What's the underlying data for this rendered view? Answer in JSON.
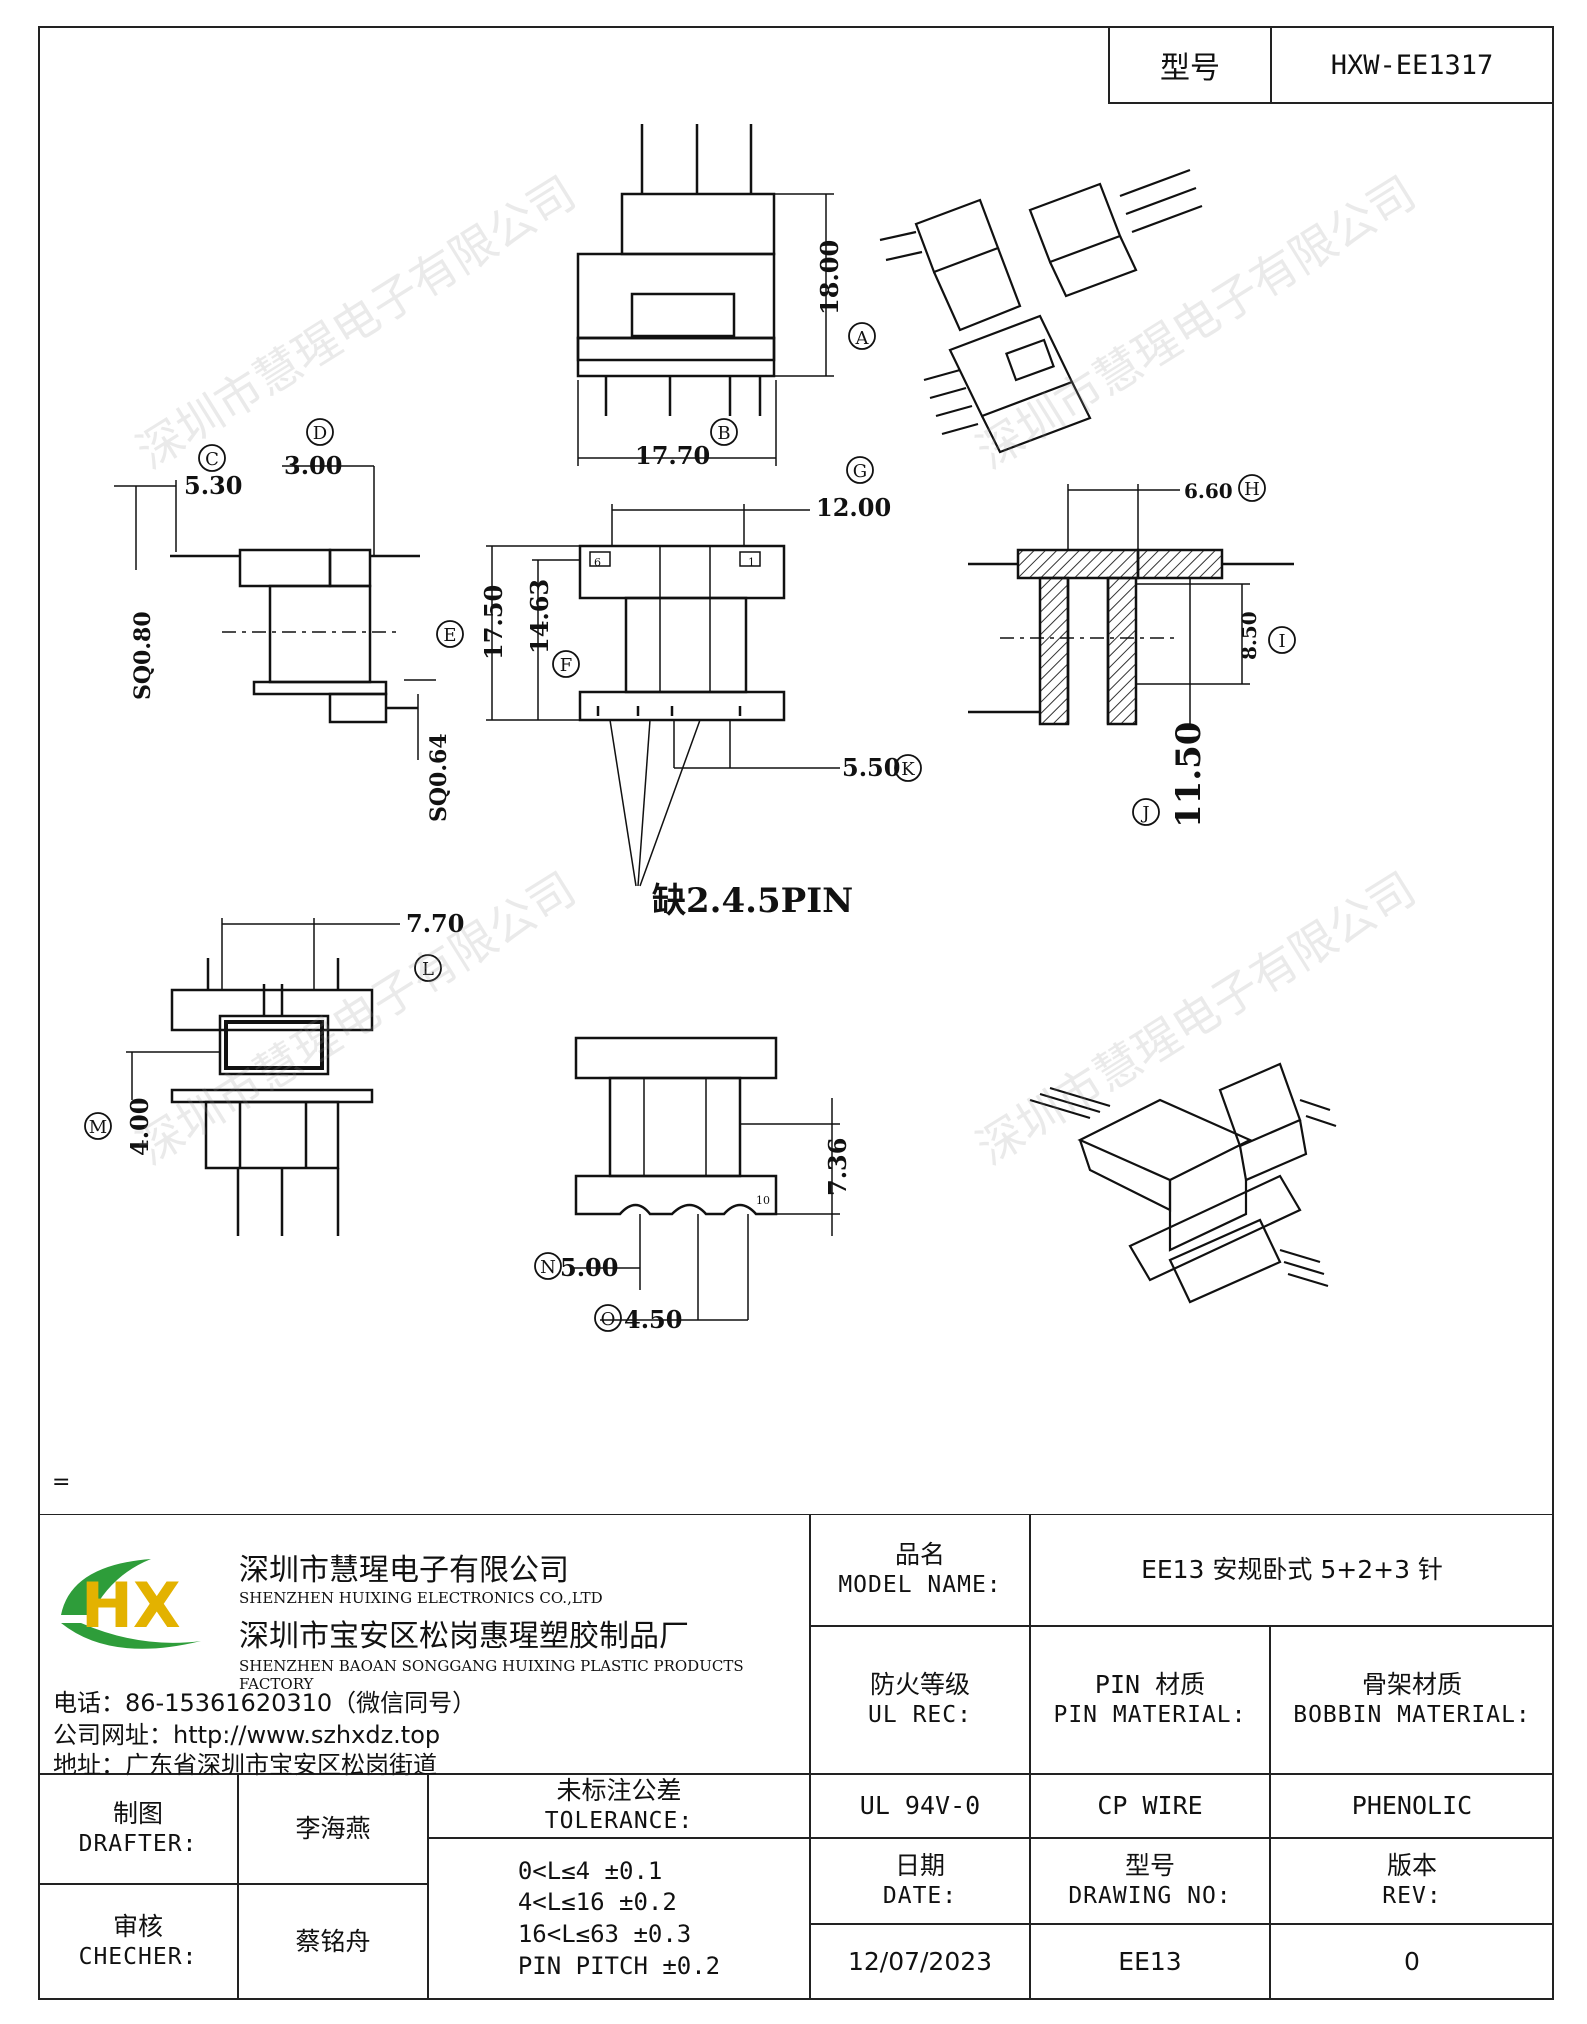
{
  "header": {
    "model_label": "型号",
    "model_value": "HXW-EE1317"
  },
  "drawing": {
    "dims": {
      "A": "18.00",
      "B": "17.70",
      "C": "5.30",
      "D": "3.00",
      "G": "12.00",
      "H": "6.60",
      "E": "17.50",
      "F": "14.63",
      "I": "8.50",
      "J": "11.50",
      "K": "5.50",
      "sq1": "SQ0.80",
      "sq2": "SQ0.64",
      "L": "7.70",
      "M": "4.00",
      "h2": "7.36",
      "N": "5.00",
      "O": "4.50"
    },
    "markers": {
      "A": "A",
      "B": "B",
      "C": "C",
      "D": "D",
      "E": "E",
      "F": "F",
      "G": "G",
      "H": "H",
      "I": "I",
      "J": "J",
      "K": "K",
      "L": "L",
      "M": "M",
      "N": "N",
      "O": "O"
    },
    "pin_numbers": {
      "p1": "1",
      "p6": "6",
      "p10": "10"
    },
    "missing_pin_note": "缺2.4.5PIN",
    "watermark": "深圳市慧瑆电子有限公司"
  },
  "note_mark": "=",
  "company": {
    "name_cn": "深圳市慧瑆电子有限公司",
    "name_en": "SHENZHEN HUIXING ELECTRONICS CO.,LTD",
    "factory_cn": "深圳市宝安区松岗惠瑆塑胶制品厂",
    "factory_en": "SHENZHEN BAOAN SONGGANG HUIXING PLASTIC PRODUCTS FACTORY",
    "phone": "电话：86-15361620310（微信同号）",
    "website": "公司网址：http://www.szhxdz.top",
    "address": "地址：广东省深圳市宝安区松岗街道",
    "logo_letters": "HX"
  },
  "title_block": {
    "model_name_cn": "品名",
    "model_name_en": "MODEL NAME:",
    "model_name_value": "EE13 安规卧式 5+2+3 针",
    "fire_cn": "防火等级",
    "fire_en": "UL REC:",
    "pin_cn": "PIN 材质",
    "pin_en": "PIN MATERIAL:",
    "bobbin_cn": "骨架材质",
    "bobbin_en": "BOBBIN MATERIAL:",
    "fire_value": "UL 94V-0",
    "pin_value": "CP WIRE",
    "bobbin_value": "PHENOLIC",
    "drafter_cn": "制图",
    "drafter_en": "DRAFTER:",
    "drafter_value": "李海燕",
    "checker_cn": "审核",
    "checker_en": "CHECHER:",
    "checker_value": "蔡铭舟",
    "tol_cn": "未标注公差",
    "tol_en": "TOLERANCE:",
    "tol_lines": [
      "0<L≤4  ±0.1",
      "4<L≤16 ±0.2",
      "16<L≤63 ±0.3",
      "PIN PITCH ±0.2"
    ],
    "date_cn": "日期",
    "date_en": "DATE:",
    "date_value": "12/07/2023",
    "dwg_cn": "型号",
    "dwg_en": "DRAWING NO:",
    "dwg_value": "EE13",
    "rev_cn": "版本",
    "rev_en": "REV:",
    "rev_value": "0"
  }
}
